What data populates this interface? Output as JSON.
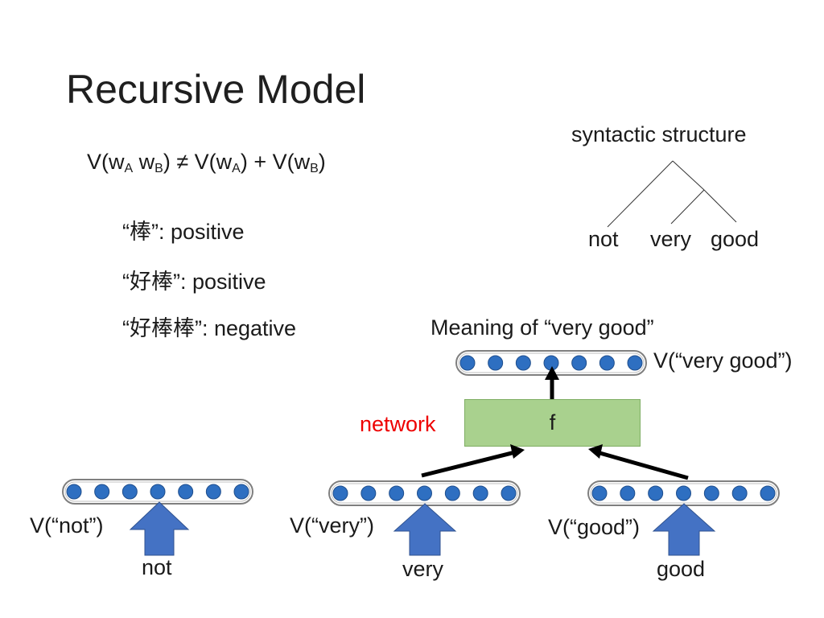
{
  "slide": {
    "title": "Recursive Model",
    "equation": {
      "v1": "V(w",
      "a": "A",
      "mid": " w",
      "b": "B",
      "rel": ") ≠ V(w",
      "a2": "A",
      "plus": ") + V(w",
      "b2": "B",
      "close": ")"
    },
    "examples": [
      "“棒”: positive",
      "“好棒”: positive",
      "“好棒棒”: negative"
    ],
    "tree": {
      "label": "syntactic structure",
      "leaves": [
        "not",
        "very",
        "good"
      ]
    },
    "meaning_label": "Meaning of “very good”",
    "output_label": "V(“very good”)",
    "network_label": "network",
    "function_label": "f",
    "inputs": [
      {
        "vector_label": "V(“not”)",
        "word": "not"
      },
      {
        "vector_label": "V(“very”)",
        "word": "very"
      },
      {
        "vector_label": "V(“good”)",
        "word": "good"
      }
    ]
  },
  "colors": {
    "dot": "#2e6fc1",
    "arrow_fill": "#4472c4",
    "network_text": "#ee0000",
    "function_box": "#a9d18e"
  }
}
